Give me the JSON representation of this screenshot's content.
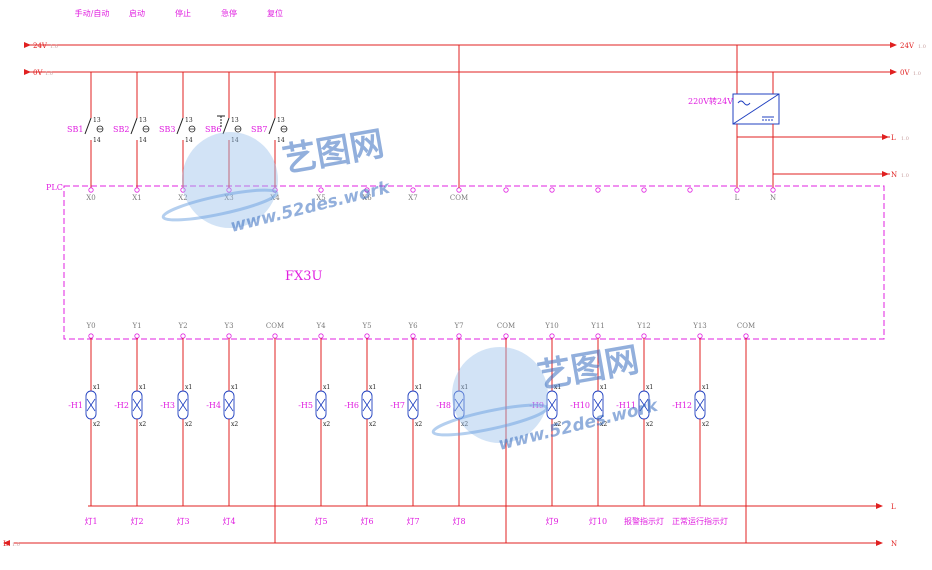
{
  "top_labels": [
    "手动/自动",
    "启动",
    "停止",
    "急停",
    "复位"
  ],
  "rails": {
    "v24_left": "24V",
    "v24_right": "24V",
    "v0_left": "0V",
    "v0_right": "0V",
    "l_right": "L",
    "n_right": "N",
    "l_bottom_right": "L",
    "n_bottom_right": "N",
    "l_bottom_left": "L",
    "sheet_ref": "1.0",
    "sheet_ref_small": "1.0"
  },
  "psu_label": "220V转24V",
  "plc_label": "PLC",
  "plc_model": "FX3U",
  "switches": [
    {
      "tag": "SB1",
      "t1": "13",
      "t2": "14"
    },
    {
      "tag": "SB2",
      "t1": "13",
      "t2": "14"
    },
    {
      "tag": "SB3",
      "t1": "13",
      "t2": "14"
    },
    {
      "tag": "SB6",
      "t1": "13",
      "t2": "14"
    },
    {
      "tag": "SB7",
      "t1": "13",
      "t2": "14"
    }
  ],
  "inputs": [
    "X0",
    "X1",
    "X2",
    "X3",
    "X4",
    "X5",
    "X6",
    "X7",
    "COM",
    "",
    "",
    "",
    "",
    "",
    "",
    "L",
    "N"
  ],
  "outputs": [
    "Y0",
    "Y1",
    "Y2",
    "Y3",
    "COM",
    "Y4",
    "Y5",
    "Y6",
    "Y7",
    "COM",
    "Y10",
    "Y11",
    "Y12",
    "Y13",
    "COM"
  ],
  "lamps": [
    {
      "tag": "-H1",
      "label": "灯1"
    },
    {
      "tag": "-H2",
      "label": "灯2"
    },
    {
      "tag": "-H3",
      "label": "灯3"
    },
    {
      "tag": "-H4",
      "label": "灯4"
    },
    {
      "tag": "-H5",
      "label": "灯5"
    },
    {
      "tag": "-H6",
      "label": "灯6"
    },
    {
      "tag": "-H7",
      "label": "灯7"
    },
    {
      "tag": "-H8",
      "label": "灯8"
    },
    {
      "tag": "-H9",
      "label": "灯9"
    },
    {
      "tag": "-H10",
      "label": "灯10"
    },
    {
      "tag": "-H11",
      "label": "报警指示灯"
    },
    {
      "tag": "-H12",
      "label": "正常运行指示灯"
    }
  ],
  "lamp_terminals": [
    "x1",
    "x2"
  ],
  "watermark": {
    "brand": "艺图网",
    "url": "www.52des.work"
  },
  "colors": {
    "wire": "#e02020",
    "plc_box": "#e020e0",
    "text": "#e020e0",
    "watermark": "#3a6fc0"
  }
}
